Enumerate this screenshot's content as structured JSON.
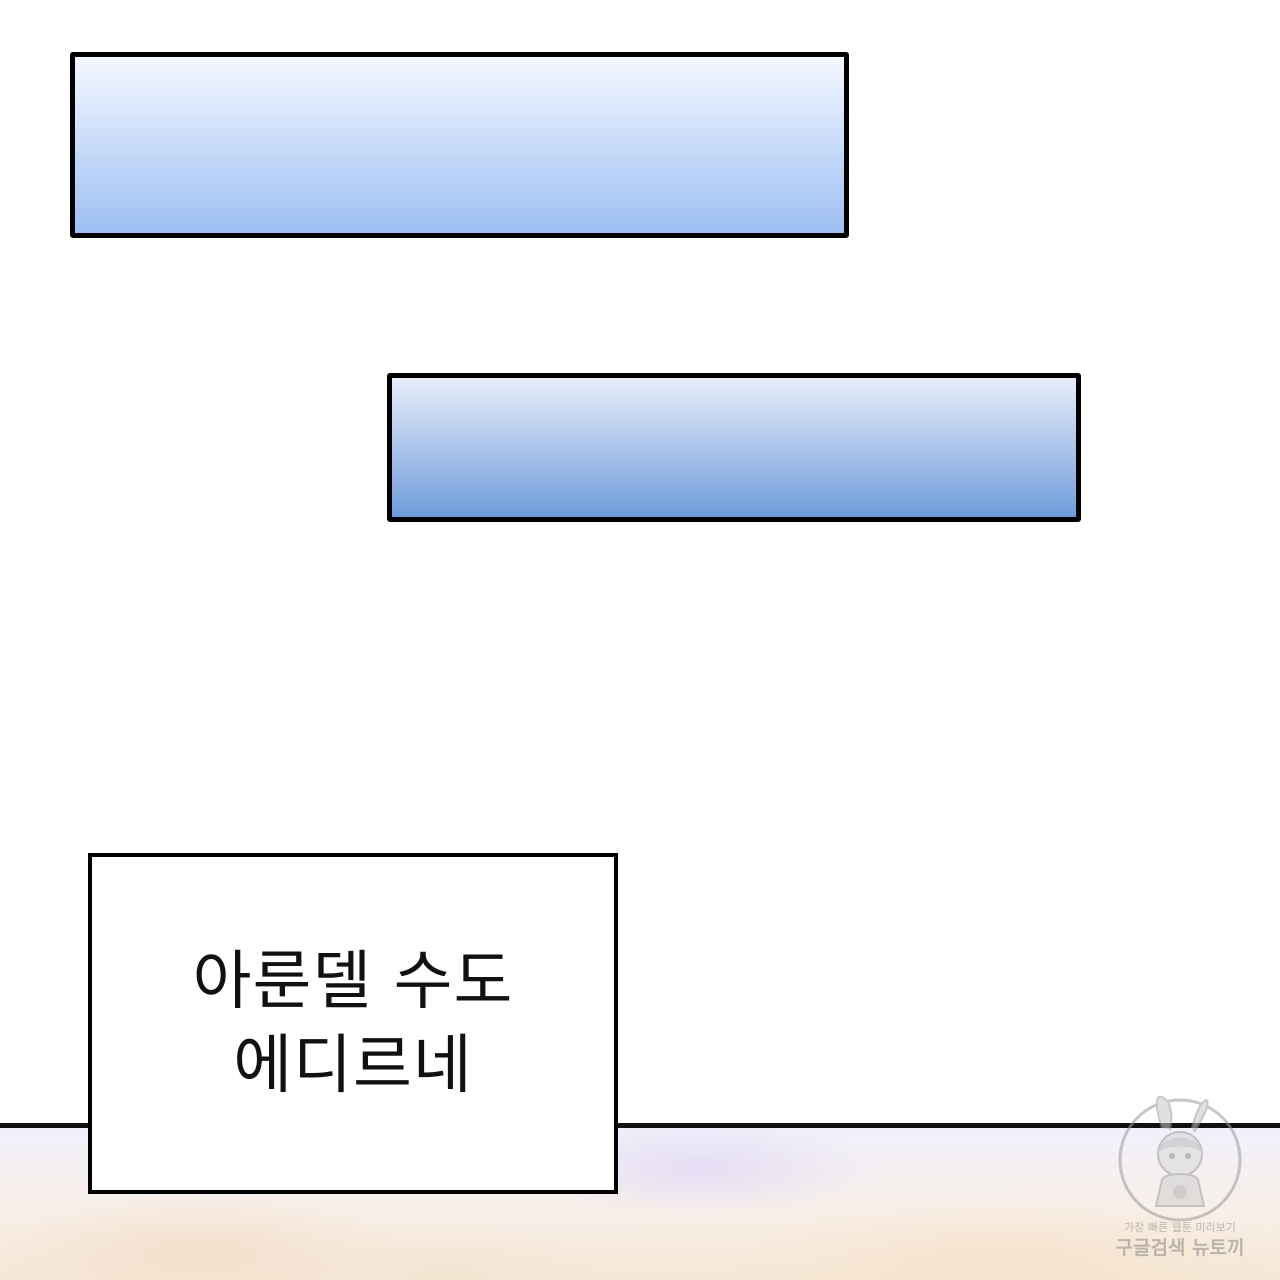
{
  "caption": {
    "line1": "아룬델 수도",
    "line2": "에디르네"
  },
  "watermark": {
    "line1": "가장 빠른 웹툰 미리보기",
    "line2": "구글검색 뉴토끼",
    "icon": "rabbit-mascot-icon"
  },
  "colors": {
    "panel_top_bottom": "#9dbff3",
    "panel_mid_bottom": "#6e9cdb",
    "border": "#000000",
    "scene_tint": "#f6e7d6"
  }
}
